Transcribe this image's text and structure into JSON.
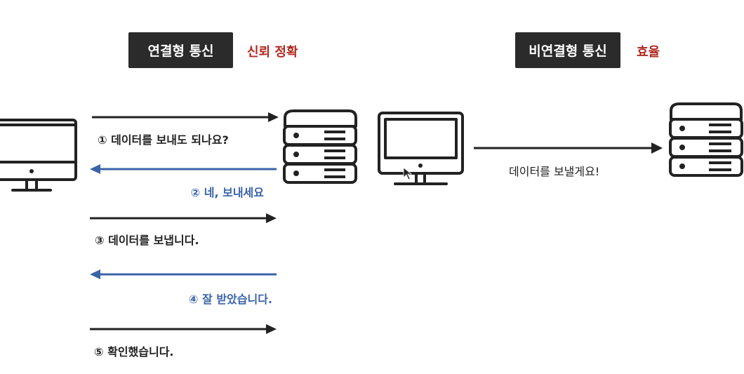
{
  "left": {
    "title": "연결형 통신",
    "note": "신뢰 정확",
    "steps": [
      {
        "text": "① 데이터를 보내도 되나요?",
        "direction": "to-server",
        "color": "#222222"
      },
      {
        "text": "② 네, 보내세요",
        "direction": "to-client",
        "color": "#3a64a8"
      },
      {
        "text": "③ 데이터를 보냅니다.",
        "direction": "to-server",
        "color": "#222222"
      },
      {
        "text": "④ 잘 받았습니다.",
        "direction": "to-client",
        "color": "#3a64a8"
      },
      {
        "text": "⑤ 확인했습니다.",
        "direction": "to-server",
        "color": "#222222"
      }
    ]
  },
  "right": {
    "title": "비연결형 통신",
    "note": "효율",
    "message": "데이터를 보낼게요!"
  },
  "colors": {
    "tag_bg": "#2b2b2b",
    "note_red": "#b02a22",
    "arrow_dark": "#222222",
    "arrow_blue": "#3a64a8"
  },
  "icons": [
    "monitor-icon",
    "server-icon"
  ]
}
